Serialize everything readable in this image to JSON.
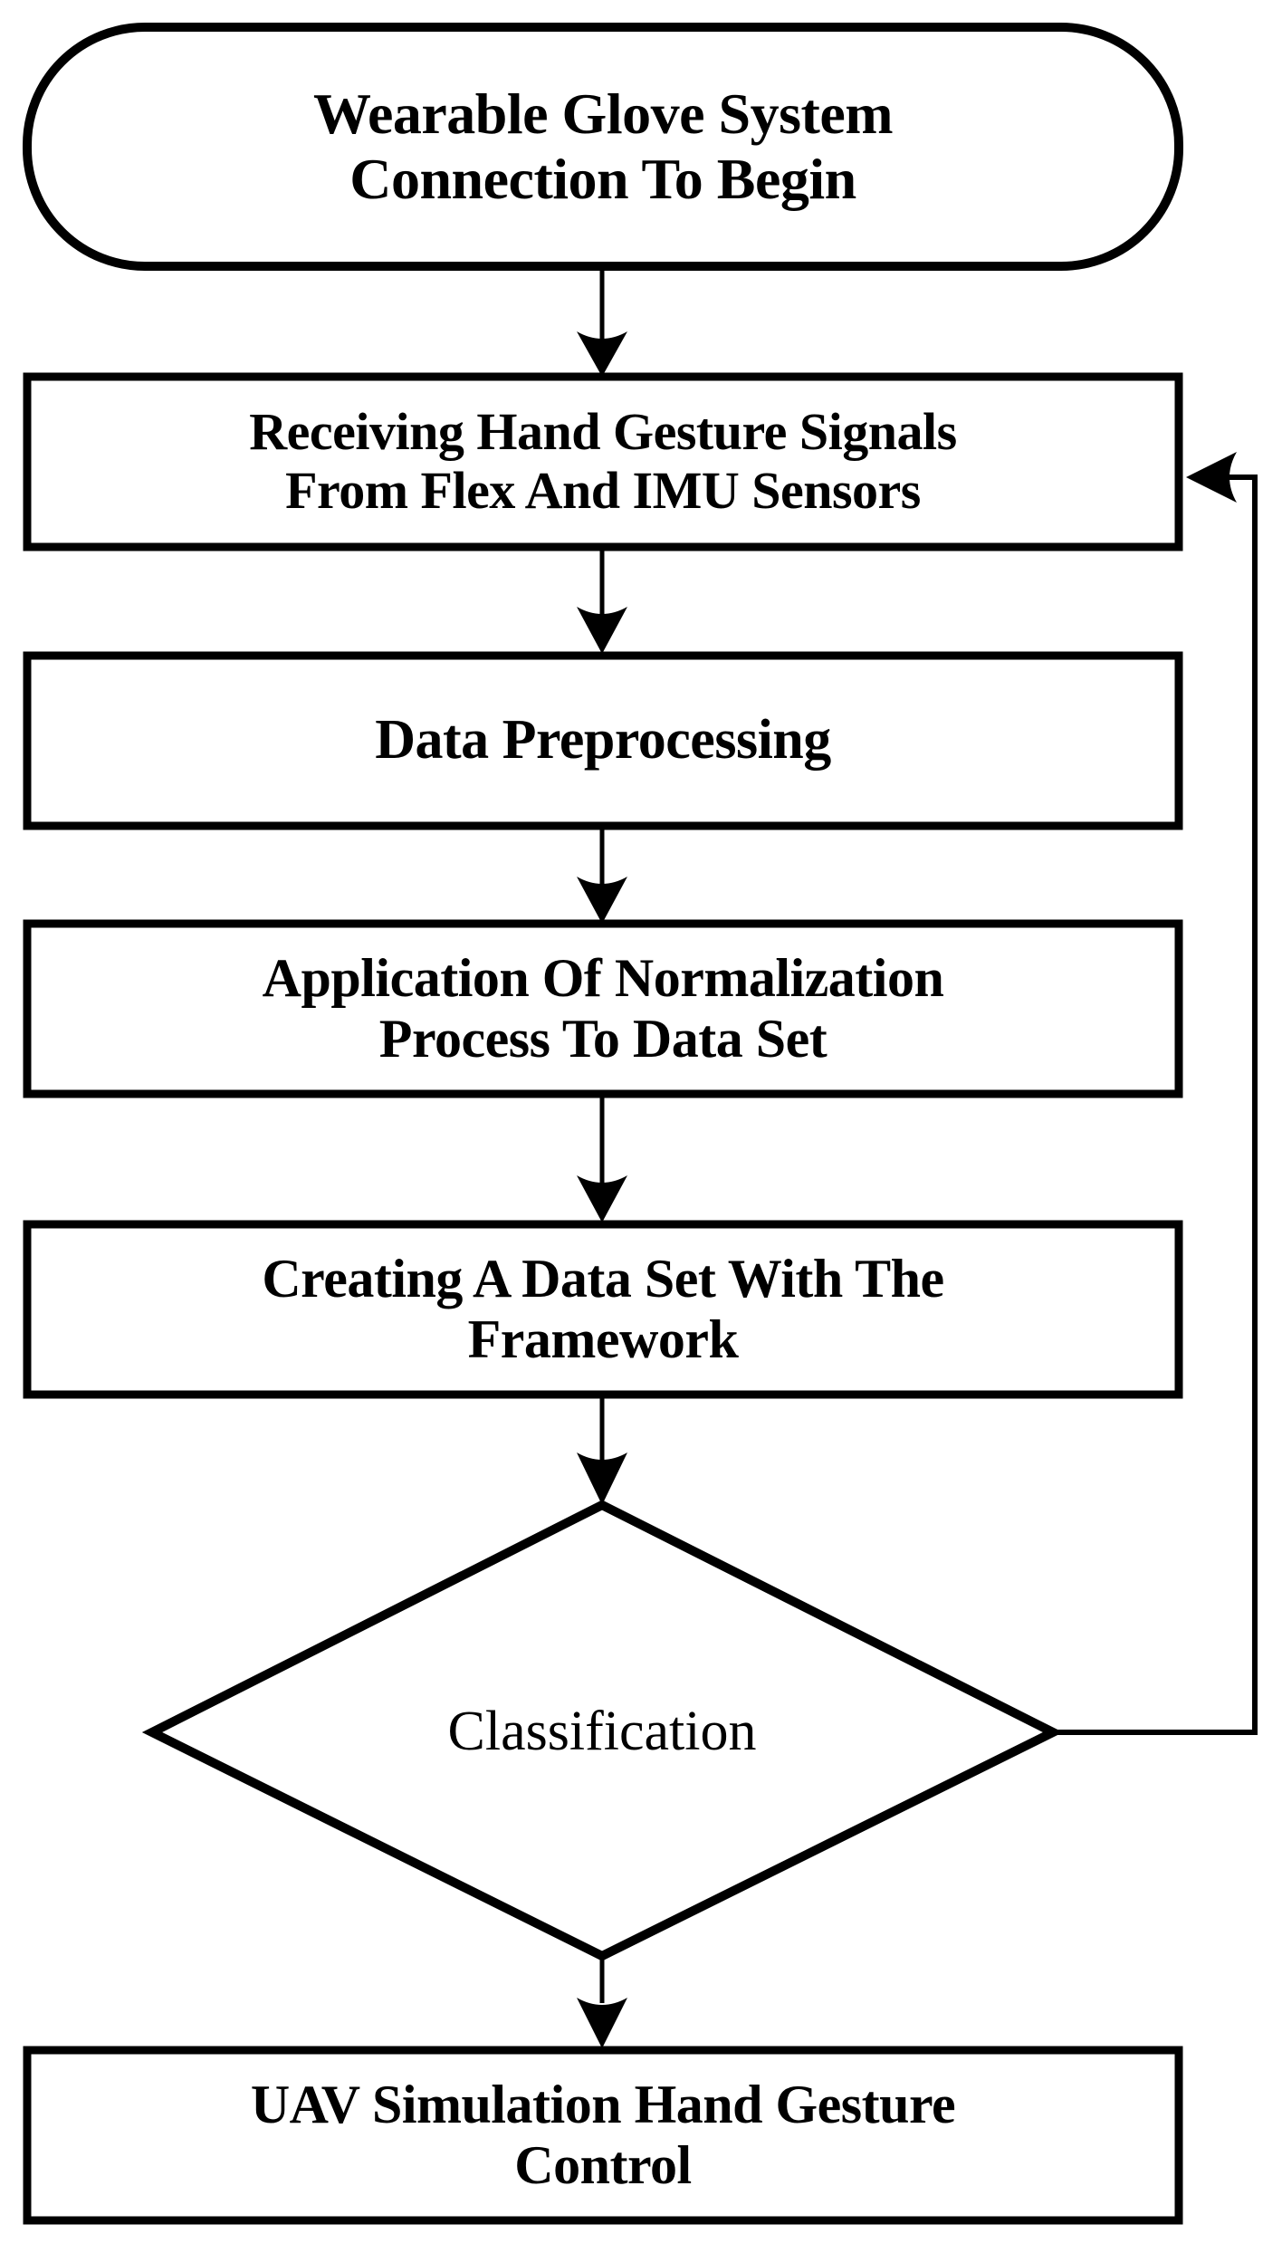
{
  "diagram": {
    "type": "flowchart",
    "title": "Wearable Glove System Hand Gesture UAV Control Flowchart",
    "orientation": "top-to-bottom",
    "background_color": "#ffffff",
    "stroke_color": "#000000",
    "nodes": [
      {
        "id": "start",
        "shape": "stadium",
        "label": "Wearable Glove System Connection To Begin",
        "line1": "Wearable Glove System",
        "line2": "Connection To Begin",
        "bold": true
      },
      {
        "id": "receive",
        "shape": "rectangle",
        "label": "Receiving Hand Gesture Signals From Flex And IMU Sensors",
        "line1": "Receiving Hand Gesture Signals",
        "line2": "From Flex And IMU Sensors",
        "bold": true
      },
      {
        "id": "preprocess",
        "shape": "rectangle",
        "label": "Data Preprocessing",
        "line1": "Data Preprocessing",
        "line2": "",
        "bold": true
      },
      {
        "id": "normalize",
        "shape": "rectangle",
        "label": "Application Of Normalization Process To Data Set",
        "line1": "Application Of Normalization",
        "line2": "Process To Data Set",
        "bold": true
      },
      {
        "id": "dataset",
        "shape": "rectangle",
        "label": "Creating A Data Set With The Framework",
        "line1": "Creating A Data Set With The",
        "line2": "Framework",
        "bold": true
      },
      {
        "id": "classification",
        "shape": "diamond",
        "label": "Classification",
        "line1": "Classification",
        "line2": "",
        "bold": false
      },
      {
        "id": "uav",
        "shape": "rectangle",
        "label": "UAV Simulation Hand Gesture Control",
        "line1": "UAV Simulation Hand Gesture",
        "line2": "Control",
        "bold": true
      }
    ],
    "edges": [
      {
        "id": "e1",
        "from": "start",
        "to": "receive",
        "label": "",
        "kind": "straight-down"
      },
      {
        "id": "e2",
        "from": "receive",
        "to": "preprocess",
        "label": "",
        "kind": "straight-down"
      },
      {
        "id": "e3",
        "from": "preprocess",
        "to": "normalize",
        "label": "",
        "kind": "straight-down"
      },
      {
        "id": "e4",
        "from": "normalize",
        "to": "dataset",
        "label": "",
        "kind": "straight-down"
      },
      {
        "id": "e5",
        "from": "dataset",
        "to": "classification",
        "label": "",
        "kind": "straight-down"
      },
      {
        "id": "e6",
        "from": "classification",
        "to": "uav",
        "label": "",
        "kind": "straight-down"
      },
      {
        "id": "e7",
        "from": "classification",
        "to": "receive",
        "label": "",
        "kind": "feedback-right-loop"
      }
    ]
  }
}
